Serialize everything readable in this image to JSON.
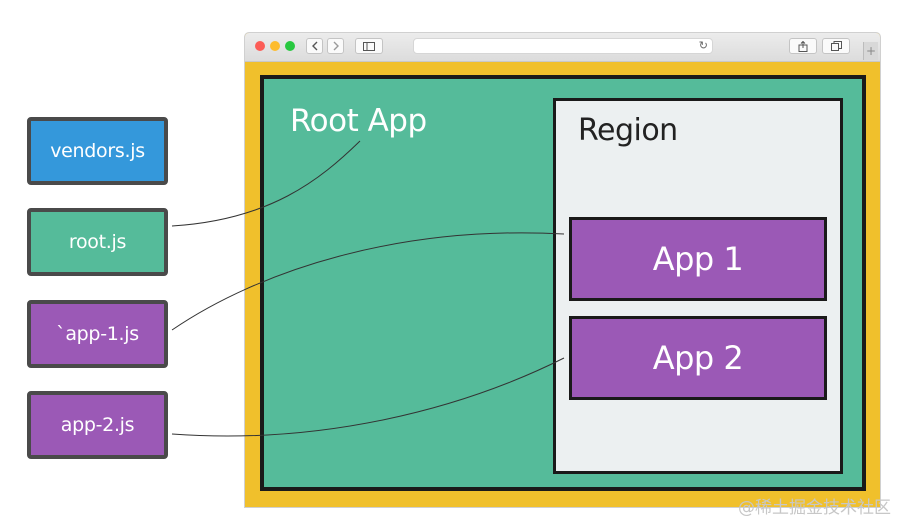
{
  "files": {
    "vendors": "vendors.js",
    "root": "root.js",
    "app1": "`app-1.js",
    "app2": "app-2.js"
  },
  "root_app": {
    "label": "Root App"
  },
  "region": {
    "label": "Region",
    "apps": [
      "App 1",
      "App 2"
    ]
  },
  "icons": {
    "back": "chevron-left-icon",
    "forward": "chevron-right-icon",
    "sidebar": "sidebar-icon",
    "reload": "reload-icon",
    "share": "share-icon",
    "tabs": "tabs-icon",
    "new_tab": "plus-icon"
  },
  "colors": {
    "vendors": "#3498db",
    "root": "#55bb9a",
    "app": "#9b59b6",
    "frame": "#f0c02c",
    "region": "#ecf0f1",
    "border": "#1a1a1a",
    "file_border": "#4a4a4a"
  },
  "connections": [
    {
      "from": "root.js",
      "to": "Root App"
    },
    {
      "from": "`app-1.js",
      "to": "App 1"
    },
    {
      "from": "app-2.js",
      "to": "App 2"
    }
  ],
  "watermark": "@稀土掘金技术社区"
}
